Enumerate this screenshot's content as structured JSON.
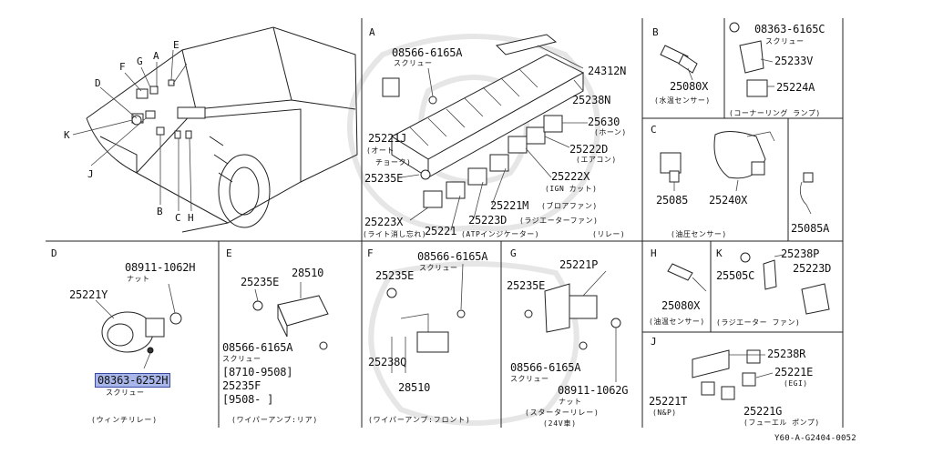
{
  "overview_labels": {
    "A": "A",
    "B": "B",
    "C": "C",
    "D": "D",
    "E": "E",
    "F": "F",
    "G": "G",
    "H": "H",
    "J": "J",
    "K": "K"
  },
  "section_a": {
    "letter": "A",
    "screw_pn": "08566-6165A",
    "screw_cap": "スクリュー",
    "p24312": "24312N",
    "p25238": "25238N",
    "p25630": "25630",
    "p25630_cap": "(ホーン)",
    "p25222d": "25222D",
    "p25222d_cap": "(エアコン)",
    "p25221j": "25221J",
    "p25221j_cap1": "(オート",
    "p25221j_cap2": "チョーク)",
    "p25235e": "25235E",
    "p25222x": "25222X",
    "p25222x_cap": "(IGN カット)",
    "p25221m": "25221M",
    "p25221m_cap": "(ブロアファン)",
    "p25223d": "25223D",
    "p25223d_cap": "(ラジエーターファン)",
    "p25223x": "25223X",
    "p25223x_cap": "(ライト消し忘れ)",
    "p25221": "25221",
    "p25221_cap": "(ATPインジケーター)",
    "relay_cap": "(リレー)"
  },
  "section_b": {
    "letter": "B",
    "p25080x": "25080X",
    "p25080x_cap": "(水温センサー)"
  },
  "section_b2": {
    "screw_pn": "08363-6165C",
    "screw_cap": "スクリュー",
    "p25233v": "25233V",
    "p25224a": "25224A",
    "caption": "(コーナーリング ランプ)"
  },
  "section_c": {
    "letter": "C",
    "p25085": "25085",
    "p25240x": "25240X",
    "caption": "(油圧センサー)"
  },
  "section_c2": {
    "p25085a": "25085A"
  },
  "section_d": {
    "letter": "D",
    "nut_pn": "08911-1062H",
    "nut_cap": "ナット",
    "p25221y": "25221Y",
    "screw_pn": "08363-6252H",
    "screw_cap": "スクリュー",
    "caption": "(ウィンチリレー)"
  },
  "section_e": {
    "letter": "E",
    "p25235e": "25235E",
    "p28510": "28510",
    "screw_pn": "08566-6165A",
    "screw_cap": "スクリュー",
    "range1": "[8710-9508]",
    "p25235f": "25235F",
    "range2": "[9508-       ]",
    "caption": "(ワイパーアンプ:リア)"
  },
  "section_f": {
    "letter": "F",
    "screw_pn": "08566-6165A",
    "screw_cap": "スクリュー",
    "p25235e": "25235E",
    "p25238q": "25238Q",
    "p28510": "28510",
    "caption": "(ワイパーアンプ:フロント)"
  },
  "section_g": {
    "letter": "G",
    "p25221p": "25221P",
    "p25235e": "25235E",
    "screw_pn": "08566-6165A",
    "screw_cap": "スクリュー",
    "nut_pn": "08911-1062G",
    "nut_cap": "ナット",
    "caption1": "(スターターリレー)",
    "caption2": "(24V車)"
  },
  "section_h": {
    "letter": "H",
    "p25080x": "25080X",
    "caption": "(油温センサー)"
  },
  "section_k": {
    "letter": "K",
    "p25238p": "25238P",
    "p25505c": "25505C",
    "p25223d": "25223D",
    "caption": "(ラジエーター ファン)"
  },
  "section_j": {
    "letter": "J",
    "p25238r": "25238R",
    "p25221e": "25221E",
    "p25221e_cap": "(EGI)",
    "p25221t": "25221T",
    "p25221t_cap": "(N&P)",
    "p25221g": "25221G",
    "p25221g_cap": "(フューエル ポンプ)"
  },
  "figure_code": "Y60-A-G2404-0052"
}
